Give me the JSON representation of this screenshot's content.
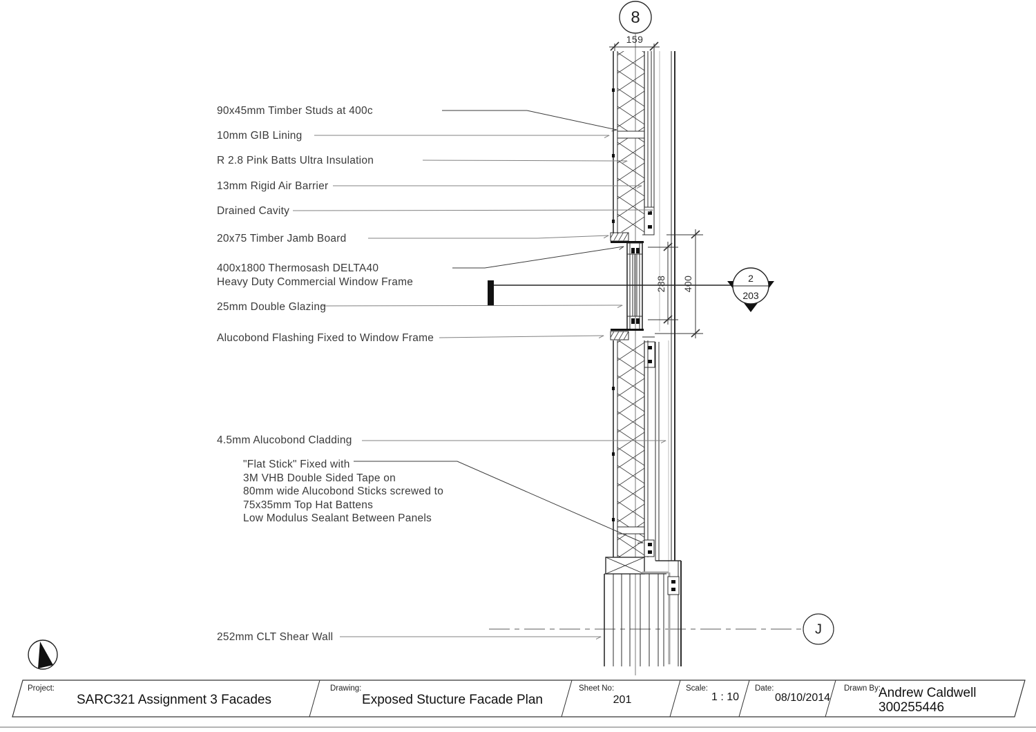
{
  "sheet": {
    "grid_bubbles": {
      "top": "8",
      "right": "J"
    },
    "dimensions": {
      "wall_width": "159",
      "window_inner": "288",
      "window_outer": "400"
    },
    "detail_marker": {
      "detail_number": "2",
      "sheet_number": "203"
    },
    "annotations": {
      "timber_studs": "90x45mm Timber Studs at 400c",
      "gib_lining": "10mm GIB Lining",
      "insulation": "R 2.8 Pink Batts Ultra Insulation",
      "air_barrier": "13mm Rigid Air Barrier",
      "drained_cavity": "Drained Cavity",
      "jamb_board": "20x75 Timber Jamb Board",
      "window_frame": "400x1800 Thermosash DELTA40\nHeavy Duty Commercial Window Frame",
      "double_glazing": "25mm Double Glazing",
      "flashing": "Alucobond Flashing Fixed to Window Frame",
      "cladding": "4.5mm Alucobond Cladding",
      "flat_stick": "\"Flat Stick\" Fixed with\n3M VHB Double Sided Tape on\n80mm wide Alucobond Sticks screwed to\n75x35mm Top Hat Battens\nLow Modulus Sealant Between Panels",
      "clt_wall": "252mm CLT Shear Wall"
    }
  },
  "title_block": {
    "project": {
      "label": "Project:",
      "value": "SARC321 Assignment 3 Facades"
    },
    "drawing": {
      "label": "Drawing:",
      "value": "Exposed Stucture Facade Plan"
    },
    "sheet_no": {
      "label": "Sheet No:",
      "value": "201"
    },
    "scale": {
      "label": "Scale:",
      "value": "1 : 10"
    },
    "date": {
      "label": "Date:",
      "value": "08/10/2014"
    },
    "drawn_by": {
      "label": "Drawn By:",
      "value": "Andrew Caldwell\n300255446"
    }
  },
  "colors": {
    "line": "#2b2b2b",
    "leader": "#808080",
    "light": "#bbbbbb",
    "sealant": "#a8a8a8"
  }
}
